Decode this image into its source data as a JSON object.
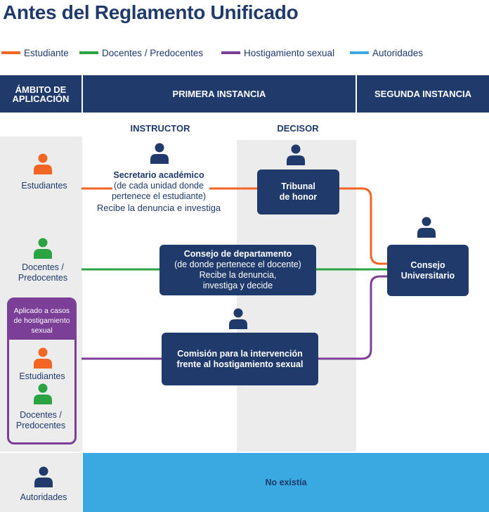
{
  "title": "Antes del Reglamento Unificado",
  "legend": [
    {
      "label": "Estudiante",
      "color": "#f26522"
    },
    {
      "label": "Docentes / Predocentes",
      "color": "#2ca343"
    },
    {
      "label": "Hostigamiento sexual",
      "color": "#7b3f98"
    },
    {
      "label": "Autoridades",
      "color": "#3aa8e1"
    }
  ],
  "headers": {
    "ambito": "ÁMBITO DE APLICACIÓN",
    "primera": "PRIMERA INSTANCIA",
    "segunda": "SEGUNDA INSTANCIA"
  },
  "columns": {
    "instructor": "INSTRUCTOR",
    "decisor": "DECISOR"
  },
  "rows": {
    "estudiantes": "Estudiantes",
    "docentes_line1": "Docentes /",
    "docentes_line2": "Predocentes",
    "hostigamiento_panel": {
      "title_line1": "Aplicado a casos",
      "title_line2": "de hostigamiento",
      "title_line3": "sexual",
      "estudiantes": "Estudiantes",
      "docentes_line1": "Docentes /",
      "docentes_line2": "Predocentes"
    },
    "autoridades": "Autoridades"
  },
  "nodes": {
    "secretario": {
      "title": "Secretario académico",
      "line2": "(de cada unidad donde",
      "line3": "pertenece el estudiante)",
      "line4": "Recibe la denuncia e investiga"
    },
    "tribunal": {
      "line1": "Tribunal",
      "line2": "de honor"
    },
    "consejo_depto": {
      "title": "Consejo de departamento",
      "line2": "(de donde pertenece el docente)",
      "line3": "Recibe la denuncia,",
      "line4": "investiga y decide"
    },
    "comision": {
      "line1": "Comisión para la intervención",
      "line2": "frente al hostigamiento sexual"
    },
    "consejo_univ": {
      "line1": "Consejo",
      "line2": "Universitario"
    },
    "no_existia": "No existía"
  },
  "colors": {
    "navy": "#1f3a6b",
    "orange": "#f26522",
    "green": "#2ca343",
    "purple": "#7b3f98",
    "blue": "#3aa8e1",
    "gray": "#ececec"
  }
}
